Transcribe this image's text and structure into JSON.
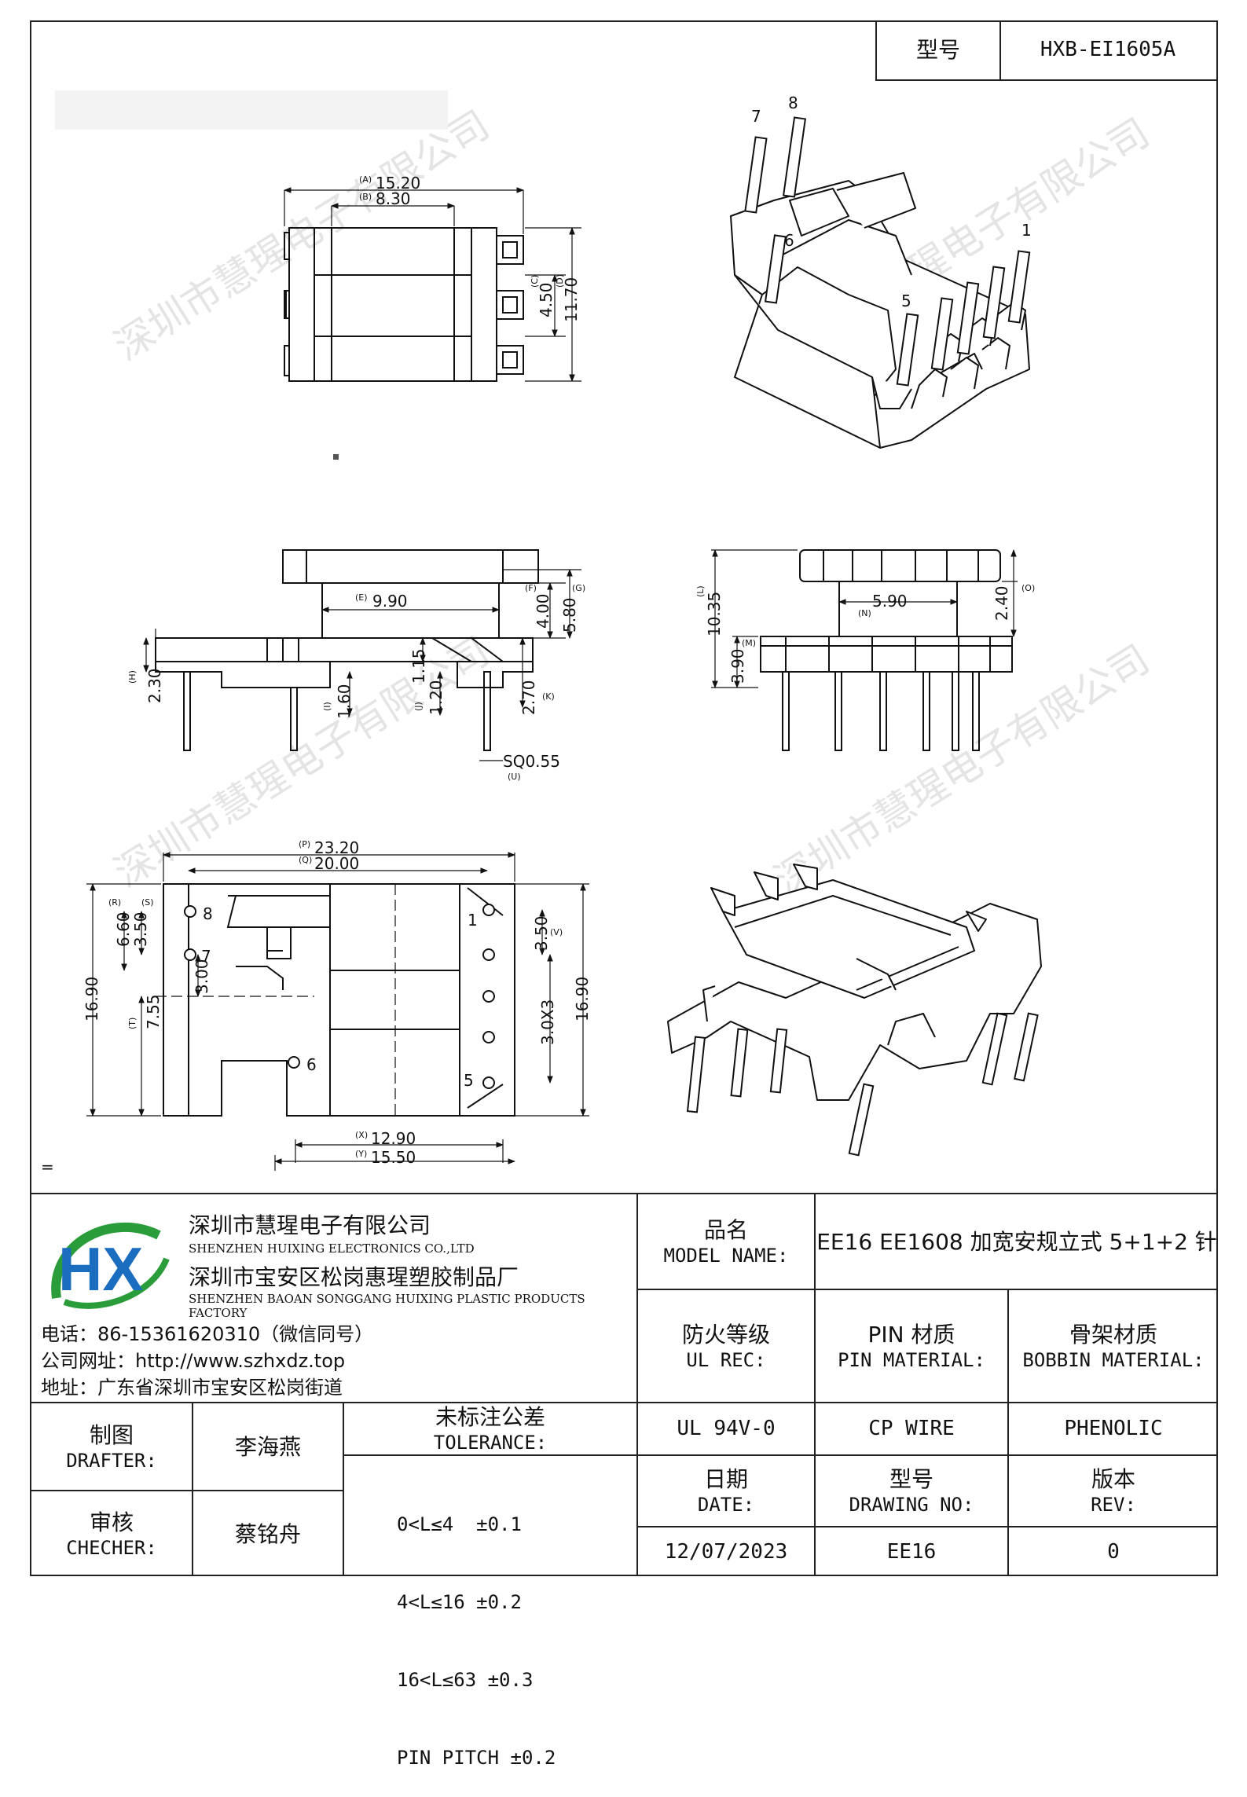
{
  "header": {
    "model_label": "型号",
    "model_value": "HXB-EI1605A"
  },
  "watermark": "深圳市慧瑆电子有限公司",
  "pin_numbers": [
    "1",
    "5",
    "6",
    "7",
    "8"
  ],
  "top_view": {
    "A": "(A)",
    "A_val": "15.20",
    "B": "(B)",
    "B_val": "8.30",
    "C": "(C)",
    "C_val": "4.50",
    "D": "(D)",
    "D_val": "11.70"
  },
  "side_view": {
    "E": "(E)",
    "E_val": "9.90",
    "F": "(F)",
    "F_val": "4.00",
    "G": "(G)",
    "G_val": "5.80",
    "H": "(H)",
    "H_val": "2.30",
    "I": "(I)",
    "I_val": "1.60",
    "J": "(J)",
    "J_val": "1.20",
    "K": "(K)",
    "K_val": "2.70",
    "pin_gap": "1.15",
    "U": "(U)",
    "U_val": "SQ0.55"
  },
  "front_view": {
    "L": "(L)",
    "L_val": "10.35",
    "M": "(M)",
    "M_val": "3.90",
    "N": "(N)",
    "N_val": "5.90",
    "O": "(O)",
    "O_val": "2.40"
  },
  "bottom_view": {
    "P": "(P)",
    "P_val": "23.20",
    "Q": "(Q)",
    "Q_val": "20.00",
    "R": "(R)",
    "R_val": "6.60",
    "S": "(S)",
    "S_val": "3.50",
    "left_h": "16.90",
    "T": "(T)",
    "T_val": "7.55",
    "small": "3.00",
    "V": "(V)",
    "V_val": "3.50",
    "W_val": "3.0X3",
    "right_h": "16.90",
    "X": "(X)",
    "X_val": "12.90",
    "Y": "(Y)",
    "Y_val": "15.50"
  },
  "equals_mark": "=",
  "company": {
    "name_cn": "深圳市慧瑆电子有限公司",
    "name_en": "SHENZHEN HUIXING ELECTRONICS CO.,LTD",
    "factory_cn": "深圳市宝安区松岗惠瑆塑胶制品厂",
    "factory_en": "SHENZHEN BAOAN SONGGANG HUIXING PLASTIC PRODUCTS FACTORY",
    "phone": "电话：86-15361620310（微信同号）",
    "website": "公司网址：http://www.szhxdz.top",
    "address": "地址：广东省深圳市宝安区松岗街道",
    "logo_text": "HX"
  },
  "title_block": {
    "model_name_cn": "品名",
    "model_name_en": "MODEL NAME:",
    "model_name_value": "EE16 EE1608 加宽安规立式 5+1+2 针",
    "ul_rec_cn": "防火等级",
    "ul_rec_en": "UL REC:",
    "pin_mat_cn": "PIN 材质",
    "pin_mat_en": "PIN MATERIAL:",
    "bobbin_mat_cn": "骨架材质",
    "bobbin_mat_en": "BOBBIN MATERIAL:",
    "ul_value": "UL 94V-0",
    "pin_value": "CP WIRE",
    "bobbin_value": "PHENOLIC",
    "drafter_cn": "制图",
    "drafter_en": "DRAFTER:",
    "drafter_name": "李海燕",
    "checker_cn": "审核",
    "checker_en": "CHECHER:",
    "checker_name": "蔡铭舟",
    "tol_cn": "未标注公差",
    "tol_en": "TOLERANCE:",
    "tol_lines": [
      "0<L≤4  ±0.1",
      "4<L≤16 ±0.2",
      "16<L≤63 ±0.3",
      "PIN PITCH ±0.2"
    ],
    "date_cn": "日期",
    "date_en": "DATE:",
    "drawing_cn": "型号",
    "drawing_en": "DRAWING NO:",
    "rev_cn": "版本",
    "rev_en": "REV:",
    "date_value": "12/07/2023",
    "drawing_value": "EE16",
    "rev_value": "0"
  }
}
